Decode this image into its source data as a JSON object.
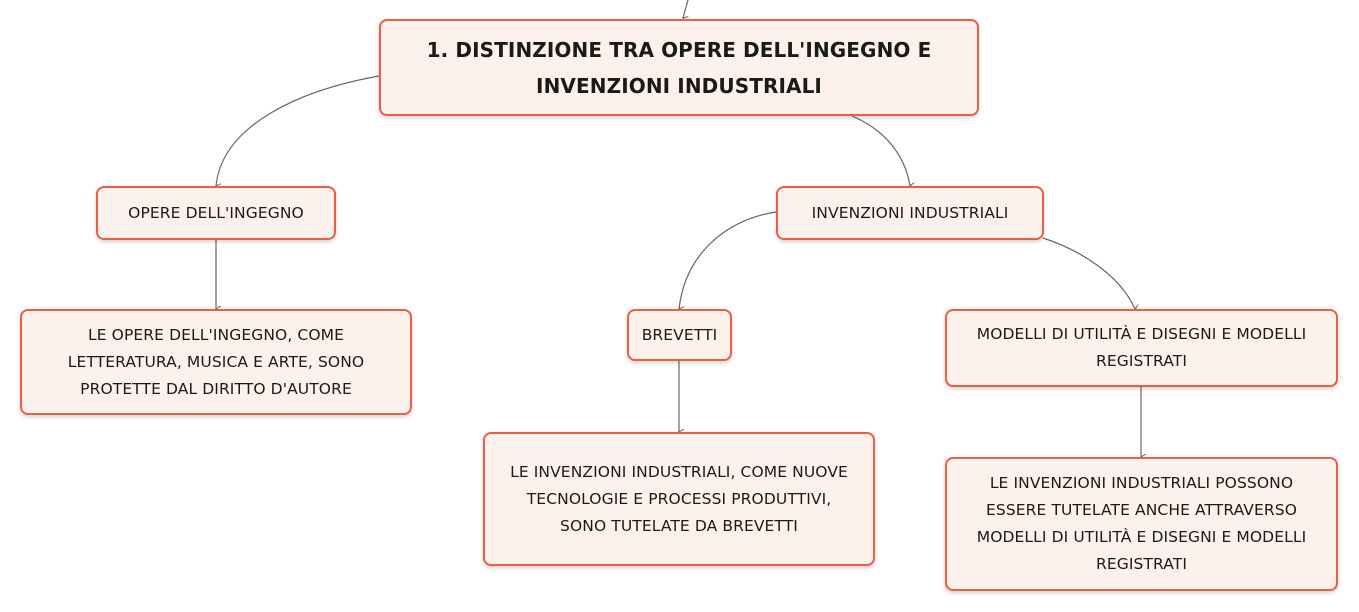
{
  "nodes": {
    "root": "1. DISTINZIONE TRA OPERE DELL'INGEGNO E INVENZIONI INDUSTRIALI",
    "opere": "OPERE DELL'INGEGNO",
    "opere_desc": "LE OPERE DELL'INGEGNO, COME LETTERATURA, MUSICA E ARTE, SONO PROTETTE DAL DIRITTO D'AUTORE",
    "invenzioni": "INVENZIONI INDUSTRIALI",
    "brevetti": "BREVETTI",
    "brevetti_desc": "LE INVENZIONI INDUSTRIALI, COME NUOVE TECNOLOGIE E PROCESSI PRODUTTIVI, SONO TUTELATE DA BREVETTI",
    "modelli": "MODELLI DI UTILITÀ E DISEGNI E MODELLI REGISTRATI",
    "modelli_desc": "LE INVENZIONI INDUSTRIALI POSSONO ESSERE TUTELATE ANCHE ATTRAVERSO MODELLI DI UTILITÀ E DISEGNI E MODELLI REGISTRATI"
  },
  "colors": {
    "node_fill": "#fdf1ec",
    "node_border": "#e8604a",
    "connector": "#666666"
  }
}
